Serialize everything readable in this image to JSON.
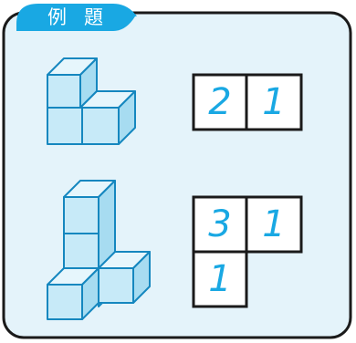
{
  "header": {
    "label_chars": [
      "例",
      "題"
    ]
  },
  "examples": [
    {
      "grid": [
        [
          "2",
          "1"
        ]
      ]
    },
    {
      "grid": [
        [
          "3",
          "1"
        ],
        [
          "1",
          ""
        ]
      ]
    }
  ],
  "colors": {
    "frame_border": "#1a1a1a",
    "frame_fill": "#e4f3fa",
    "tab_fill": "#19a8e3",
    "cube_face": "#c7eaf8",
    "cube_top": "#e6f6fc",
    "cube_side": "#a7dcf1",
    "cube_edge": "#1587bf",
    "digit": "#19a8e3"
  }
}
